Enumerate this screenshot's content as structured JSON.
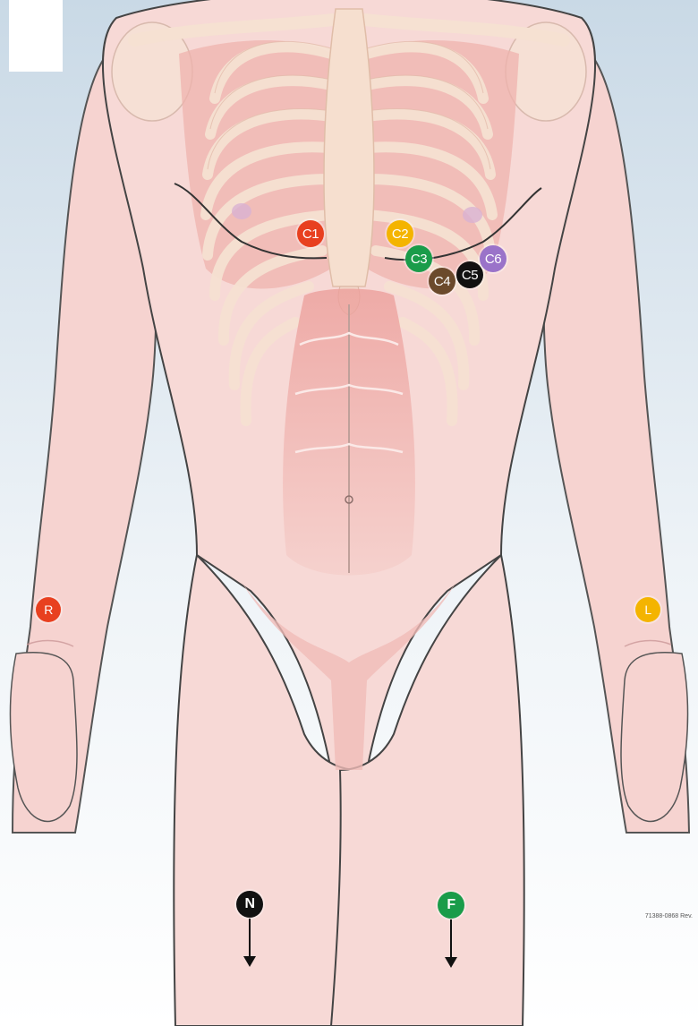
{
  "figure": {
    "footnote": "71388-0868 Rev."
  },
  "electrodes": {
    "c1": {
      "label": "C1",
      "color": "#e8401f"
    },
    "c2": {
      "label": "C2",
      "color": "#f4b400"
    },
    "c3": {
      "label": "C3",
      "color": "#1a9c4a"
    },
    "c4": {
      "label": "C4",
      "color": "#6b4a2c"
    },
    "c5": {
      "label": "C5",
      "color": "#111111"
    },
    "c6": {
      "label": "C6",
      "color": "#9a73c9"
    },
    "r": {
      "label": "R",
      "color": "#e8401f"
    },
    "l": {
      "label": "L",
      "color": "#f4b400"
    },
    "n": {
      "label": "N",
      "color": "#111111"
    },
    "f": {
      "label": "F",
      "color": "#1a9c4a"
    }
  },
  "colors": {
    "skin": "#f7d9d6",
    "muscle": "#efb3ae",
    "bone": "#f6e1d2",
    "outline": "#444444",
    "background": "#dbe7f0"
  }
}
